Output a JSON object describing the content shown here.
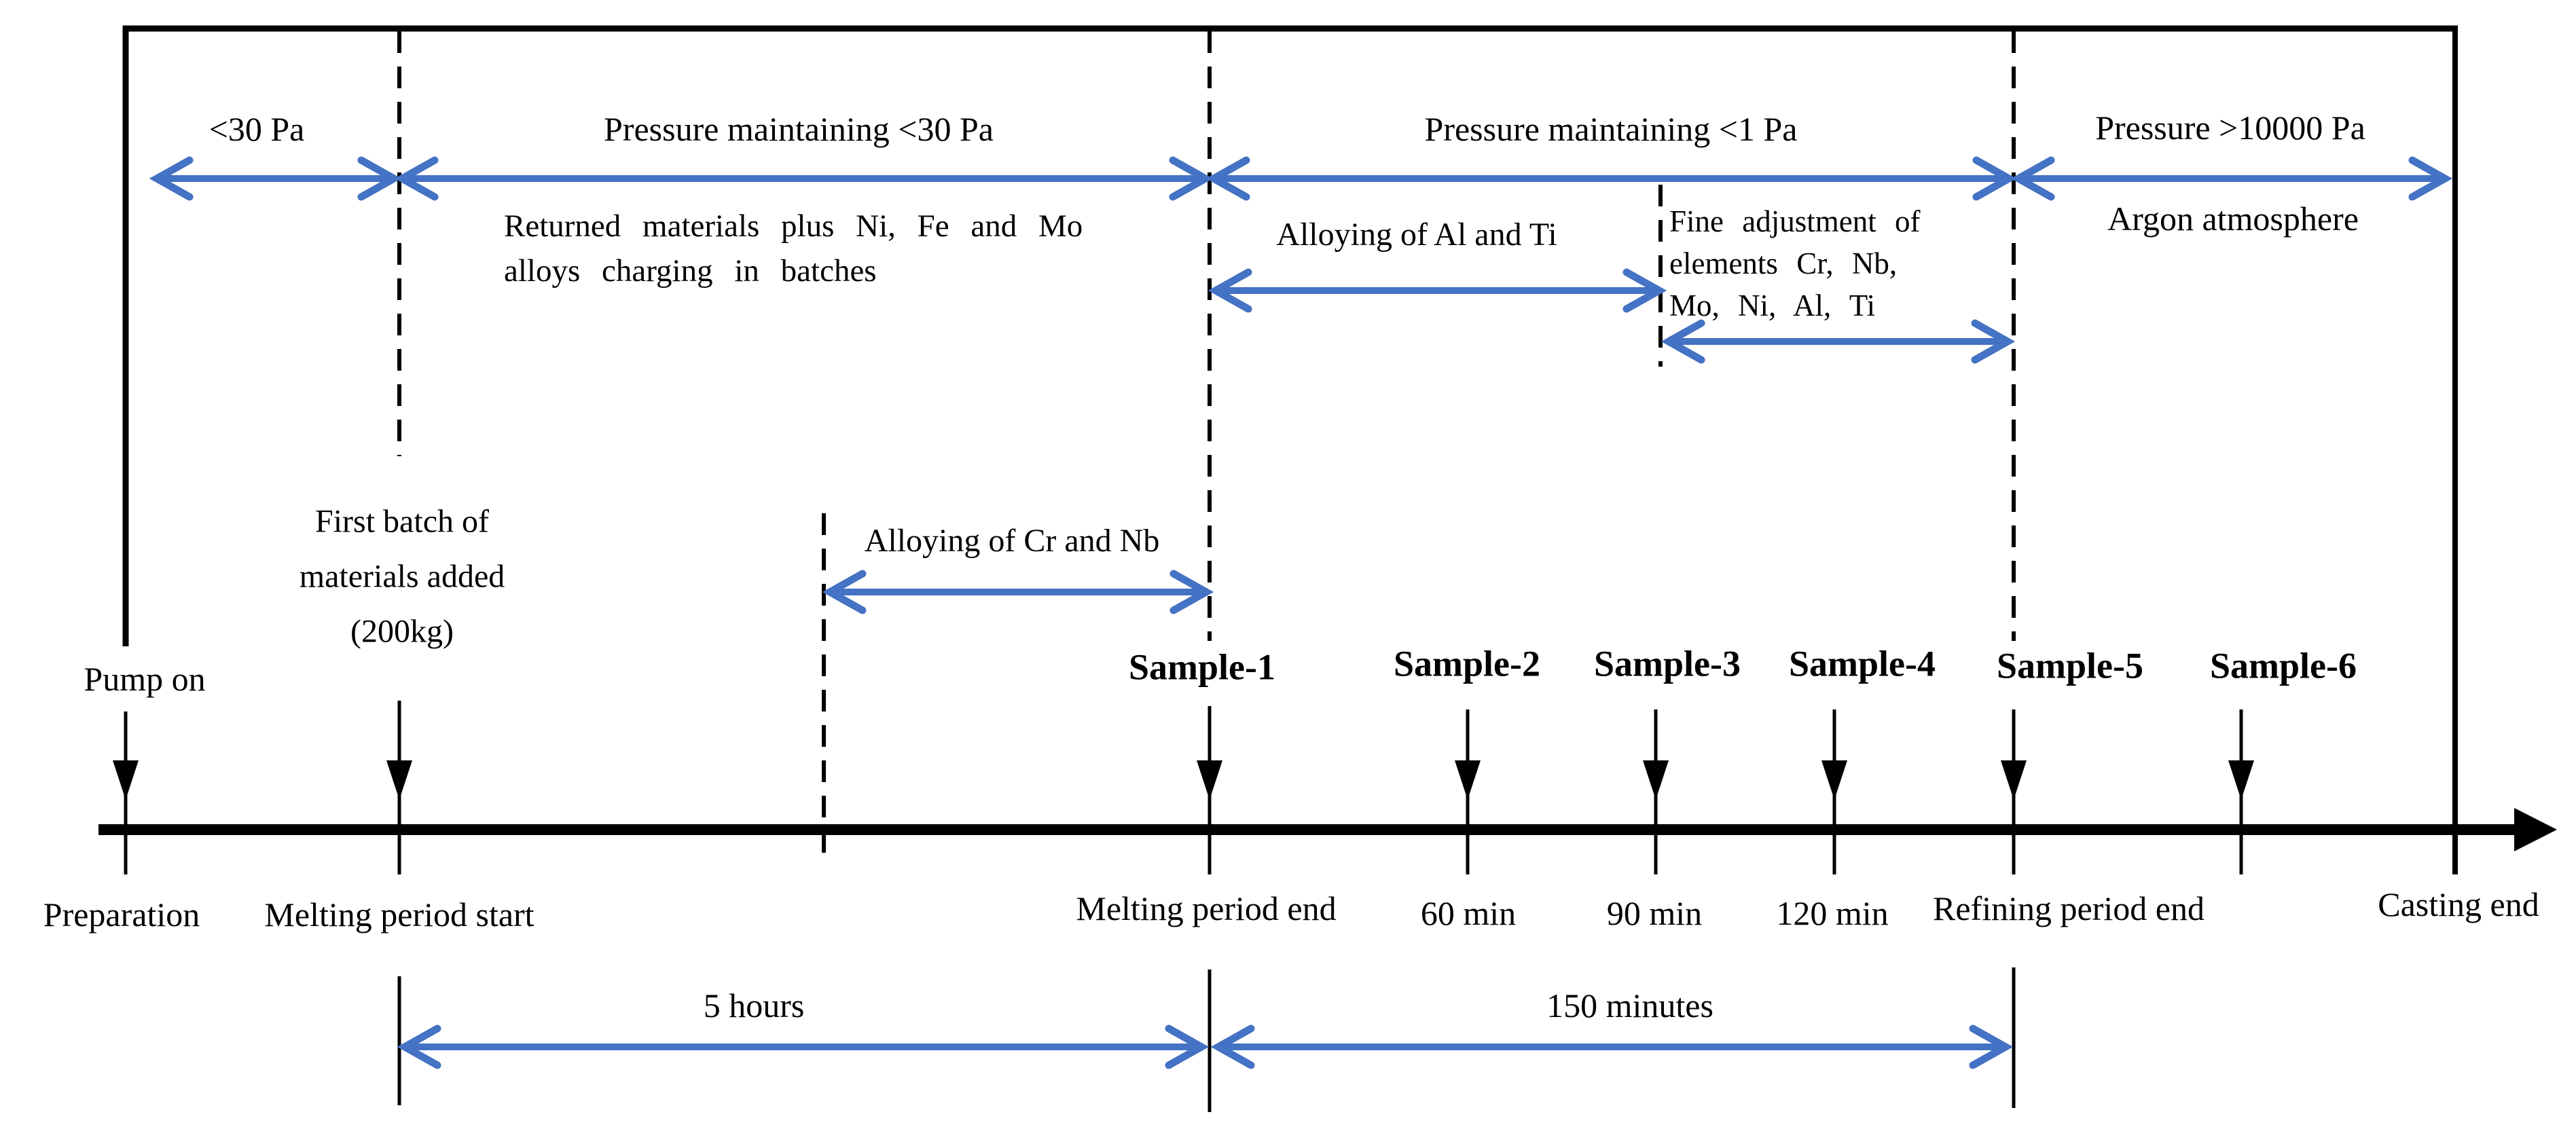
{
  "colors": {
    "arrow_blue": "#4472C4",
    "line_black": "#000000"
  },
  "pressure_zones": {
    "zone1_label": "<30 Pa",
    "zone2_label": "Pressure maintaining <30 Pa",
    "zone3_label": "Pressure maintaining <1 Pa",
    "zone4_label": "Pressure >10000 Pa"
  },
  "annotations": {
    "returned_materials": "Returned materials plus Ni, Fe and Mo\nalloys charging in batches",
    "alloying_al_ti": "Alloying of Al and Ti",
    "fine_adjustment": "Fine adjustment of\nelements Cr, Nb,\nMo, Ni, Al, Ti",
    "argon_atmosphere": "Argon atmosphere",
    "first_batch": "First batch of\nmaterials added\n(200kg)",
    "alloying_cr_nb": "Alloying of Cr and Nb",
    "pump_on": "Pump on"
  },
  "samples": [
    {
      "label": "Sample-1"
    },
    {
      "label": "Sample-2"
    },
    {
      "label": "Sample-3"
    },
    {
      "label": "Sample-4"
    },
    {
      "label": "Sample-5"
    },
    {
      "label": "Sample-6"
    }
  ],
  "axis_labels": {
    "preparation": "Preparation",
    "melting_start": "Melting period start",
    "melting_end": "Melting period end",
    "t60": "60 min",
    "t90": "90 min",
    "t120": "120 min",
    "refining_end": "Refining period end",
    "casting_end": "Casting end"
  },
  "durations": {
    "melting_period": "5 hours",
    "refining_period": "150 minutes"
  }
}
